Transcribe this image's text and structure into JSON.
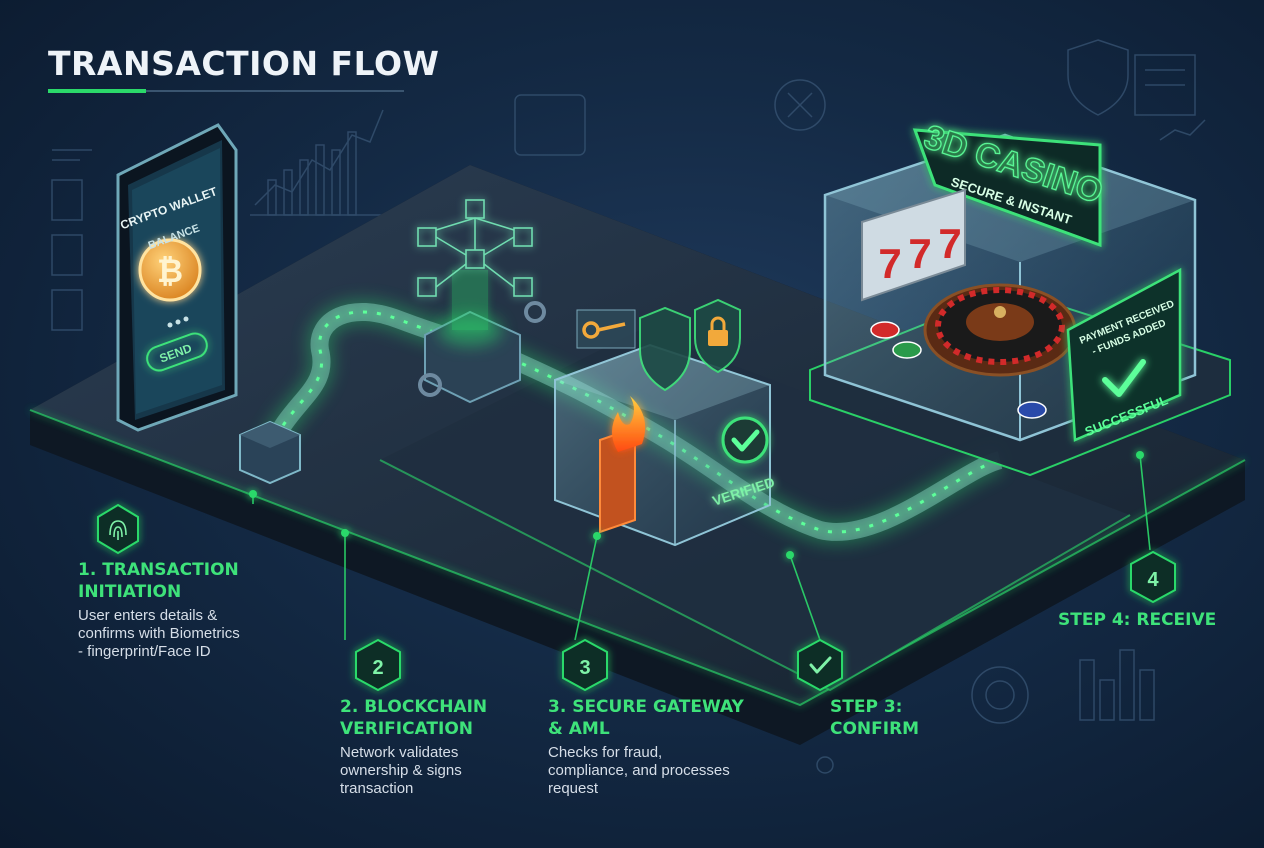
{
  "title": "TRANSACTION FLOW",
  "phone": {
    "wallet_label": "CRYPTO WALLET",
    "balance_label": "BALANCE",
    "coin_symbol": "₿",
    "send_label": "SEND"
  },
  "gateway": {
    "verified_label": "VERIFIED"
  },
  "casino": {
    "sign_title": "3D CASINO",
    "sign_subtitle": "SECURE & INSTANT",
    "slot_symbol": "7",
    "panel_line1": "PAYMENT RECEIVED",
    "panel_line2": "- FUNDS ADDED",
    "panel_status": "SUCCESSFUL"
  },
  "steps": [
    {
      "marker": "fingerprint-icon",
      "title": "1. TRANSACTION\nINITIATION",
      "desc": "User enters details &\nconfirms with Biometrics\n- fingerprint/Face ID"
    },
    {
      "marker": "2",
      "title": "2. BLOCKCHAIN\nVERIFICATION",
      "desc": "Network validates\nownership & signs\ntransaction"
    },
    {
      "marker": "3",
      "title": "3. SECURE GATEWAY\n& AML",
      "desc": "Checks for fraud,\ncompliance, and processes\nrequest"
    },
    {
      "marker": "check-icon",
      "title": "STEP 3:\nCONFIRM",
      "desc": ""
    },
    {
      "marker": "4",
      "title": "STEP 4: RECEIVE",
      "desc": ""
    }
  ],
  "colors": {
    "accent_green": "#3ee27a",
    "neon_green": "#2bd96a",
    "background": "#142a45",
    "coin_gold": "#f2a93b",
    "fire_orange": "#ff7a1a",
    "casino_red": "#d22a2a"
  }
}
